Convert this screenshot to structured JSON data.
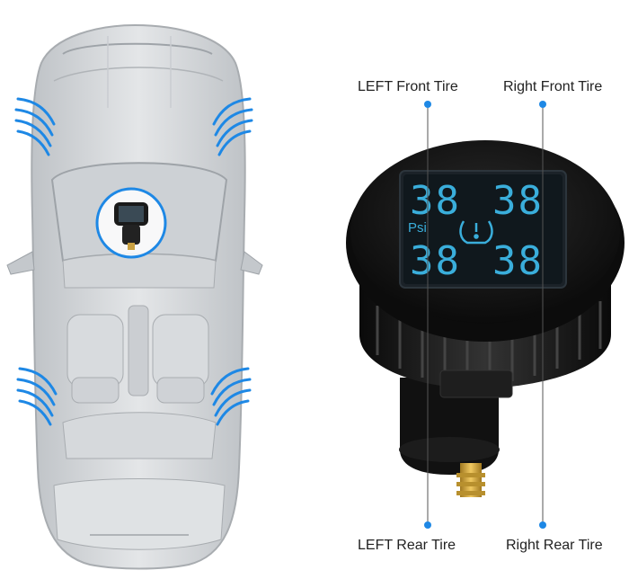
{
  "labels": {
    "left_front": "LEFT Front Tire",
    "right_front": "Right Front Tire",
    "left_rear": "LEFT Rear Tire",
    "right_rear": "Right Rear Tire"
  },
  "display": {
    "front_left": "38",
    "front_right": "38",
    "rear_left": "38",
    "rear_right": "38",
    "unit": "Psi",
    "warning_icon": "tire-pressure-warning-icon"
  },
  "colors": {
    "accent_blue": "#1e88e5",
    "lcd_blue": "#3aaedb"
  }
}
